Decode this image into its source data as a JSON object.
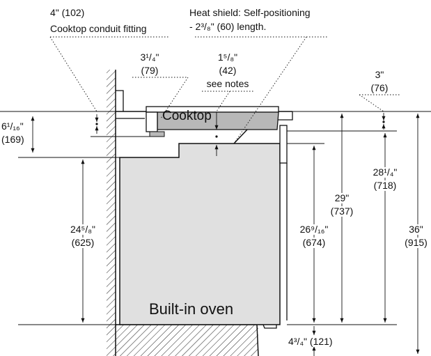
{
  "labels": {
    "conduit_dim": "4\" (102)",
    "conduit_name": "Cooktop conduit fitting",
    "shield_title": "Heat shield: Self-positioning",
    "shield_length": "- 2³/₈\" (60) length.",
    "w_3_1_4_in": "3¹/₄\"",
    "w_3_1_4_mm": "(79)",
    "w_1_5_8_in": "1⁵/₈\"",
    "w_1_5_8_mm": "(42)",
    "see_notes": "see notes",
    "w_3_in": "3\"",
    "w_3_mm": "(76)",
    "cooktop": "Cooktop",
    "h_6_1_16_in": "6¹/₁₆\"",
    "h_6_1_16_mm": "(169)",
    "h_28_1_4_in": "28¹/₄\"",
    "h_28_1_4_mm": "(718)",
    "h_29_in": "29\"",
    "h_29_mm": "(737)",
    "h_36_in": "36\"",
    "h_36_mm": "(915)",
    "h_24_5_8_in": "24⁵/₈\"",
    "h_24_5_8_mm": "(625)",
    "h_26_9_16_in": "26⁹/₁₆\"",
    "h_26_9_16_mm": "(674)",
    "oven": "Built-in oven",
    "h_4_3_4": "4³/₄\" (121)"
  }
}
